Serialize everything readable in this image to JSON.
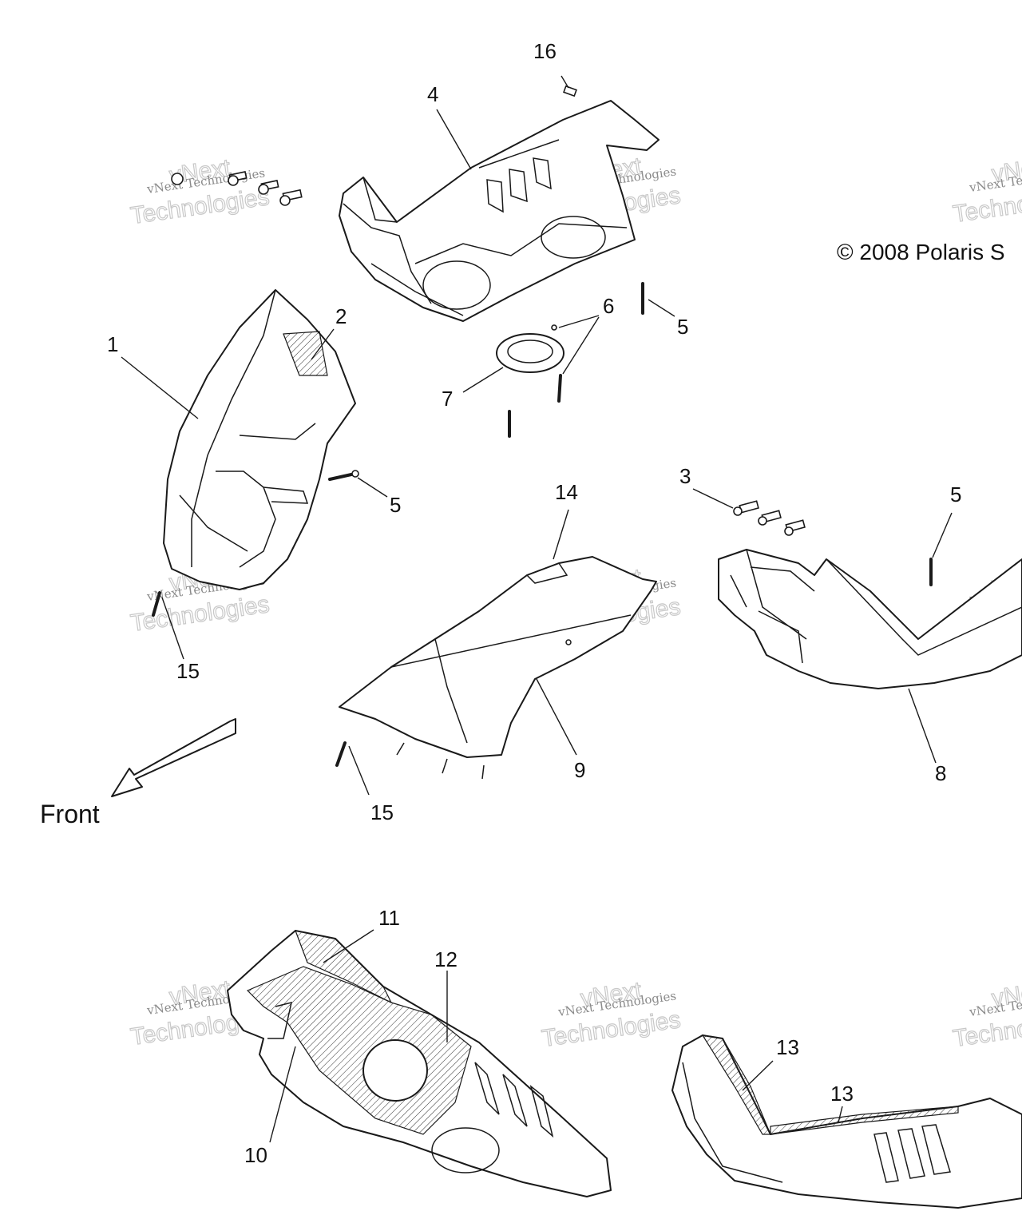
{
  "copyright": "© 2008 Polaris S",
  "front_label": "Front",
  "watermark": {
    "line1": "vNext Technologies",
    "line2": "Technologies",
    "line3": "vNext"
  },
  "callouts": {
    "c1": "1",
    "c2": "2",
    "c3": "3",
    "c4": "4",
    "c5a": "5",
    "c5b": "5",
    "c5c": "5",
    "c6": "6",
    "c7": "7",
    "c8": "8",
    "c9": "9",
    "c10": "10",
    "c11": "11",
    "c12": "12",
    "c13a": "13",
    "c13b": "13",
    "c14": "14",
    "c15a": "15",
    "c15b": "15",
    "c16": "16"
  },
  "colors": {
    "line": "#1a1a1a",
    "watermark": "#c8c8c8"
  }
}
